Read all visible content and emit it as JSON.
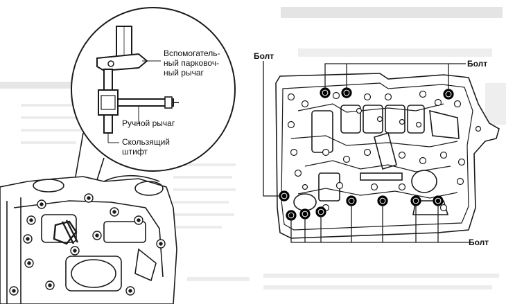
{
  "labels": {
    "aux_lever": "Вспомогатель-\nный парковоч-\nный рычаг",
    "manual_lever": "Ручной рычаг",
    "sliding_pin": "Скользящий\nштифт",
    "bolt_top_left": "Болт",
    "bolt_top_right": "Болт",
    "bolt_bottom_right": "Болт"
  },
  "colors": {
    "ink": "#1a1a1a",
    "paper": "#ffffff",
    "faded": "#c9c9c9"
  }
}
